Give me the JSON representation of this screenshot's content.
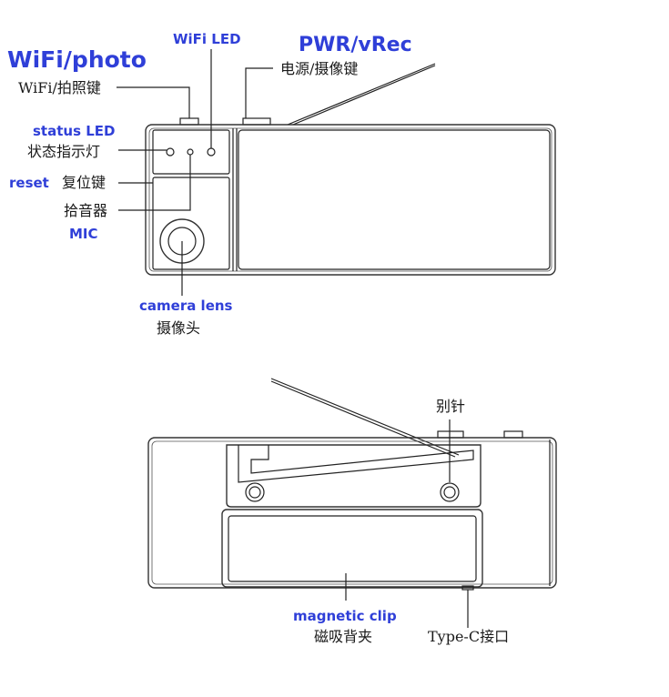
{
  "labels": {
    "wifi_photo_en": "WiFi/photo",
    "wifi_photo_cn": "WiFi/拍照键",
    "wifi_led_en": "WiFi LED",
    "pwr_en": "PWR/vRec",
    "pwr_cn": "电源/摄像键",
    "status_led_en": "status LED",
    "status_led_cn": "状态指示灯",
    "reset_en": "reset",
    "reset_cn": "复位键",
    "mic_cn": "拾音器",
    "mic_en": "MIC",
    "camera_lens_en": "camera lens",
    "camera_lens_cn": "摄像头",
    "pin_cn": "别针",
    "magnetic_clip_en": "magnetic clip",
    "magnetic_clip_cn": "磁吸背夹",
    "typec_cn": "Type-C接口"
  },
  "colors": {
    "label_blue": "#2f3fd8",
    "label_black": "#1a1a1a",
    "outline": "#222222"
  }
}
